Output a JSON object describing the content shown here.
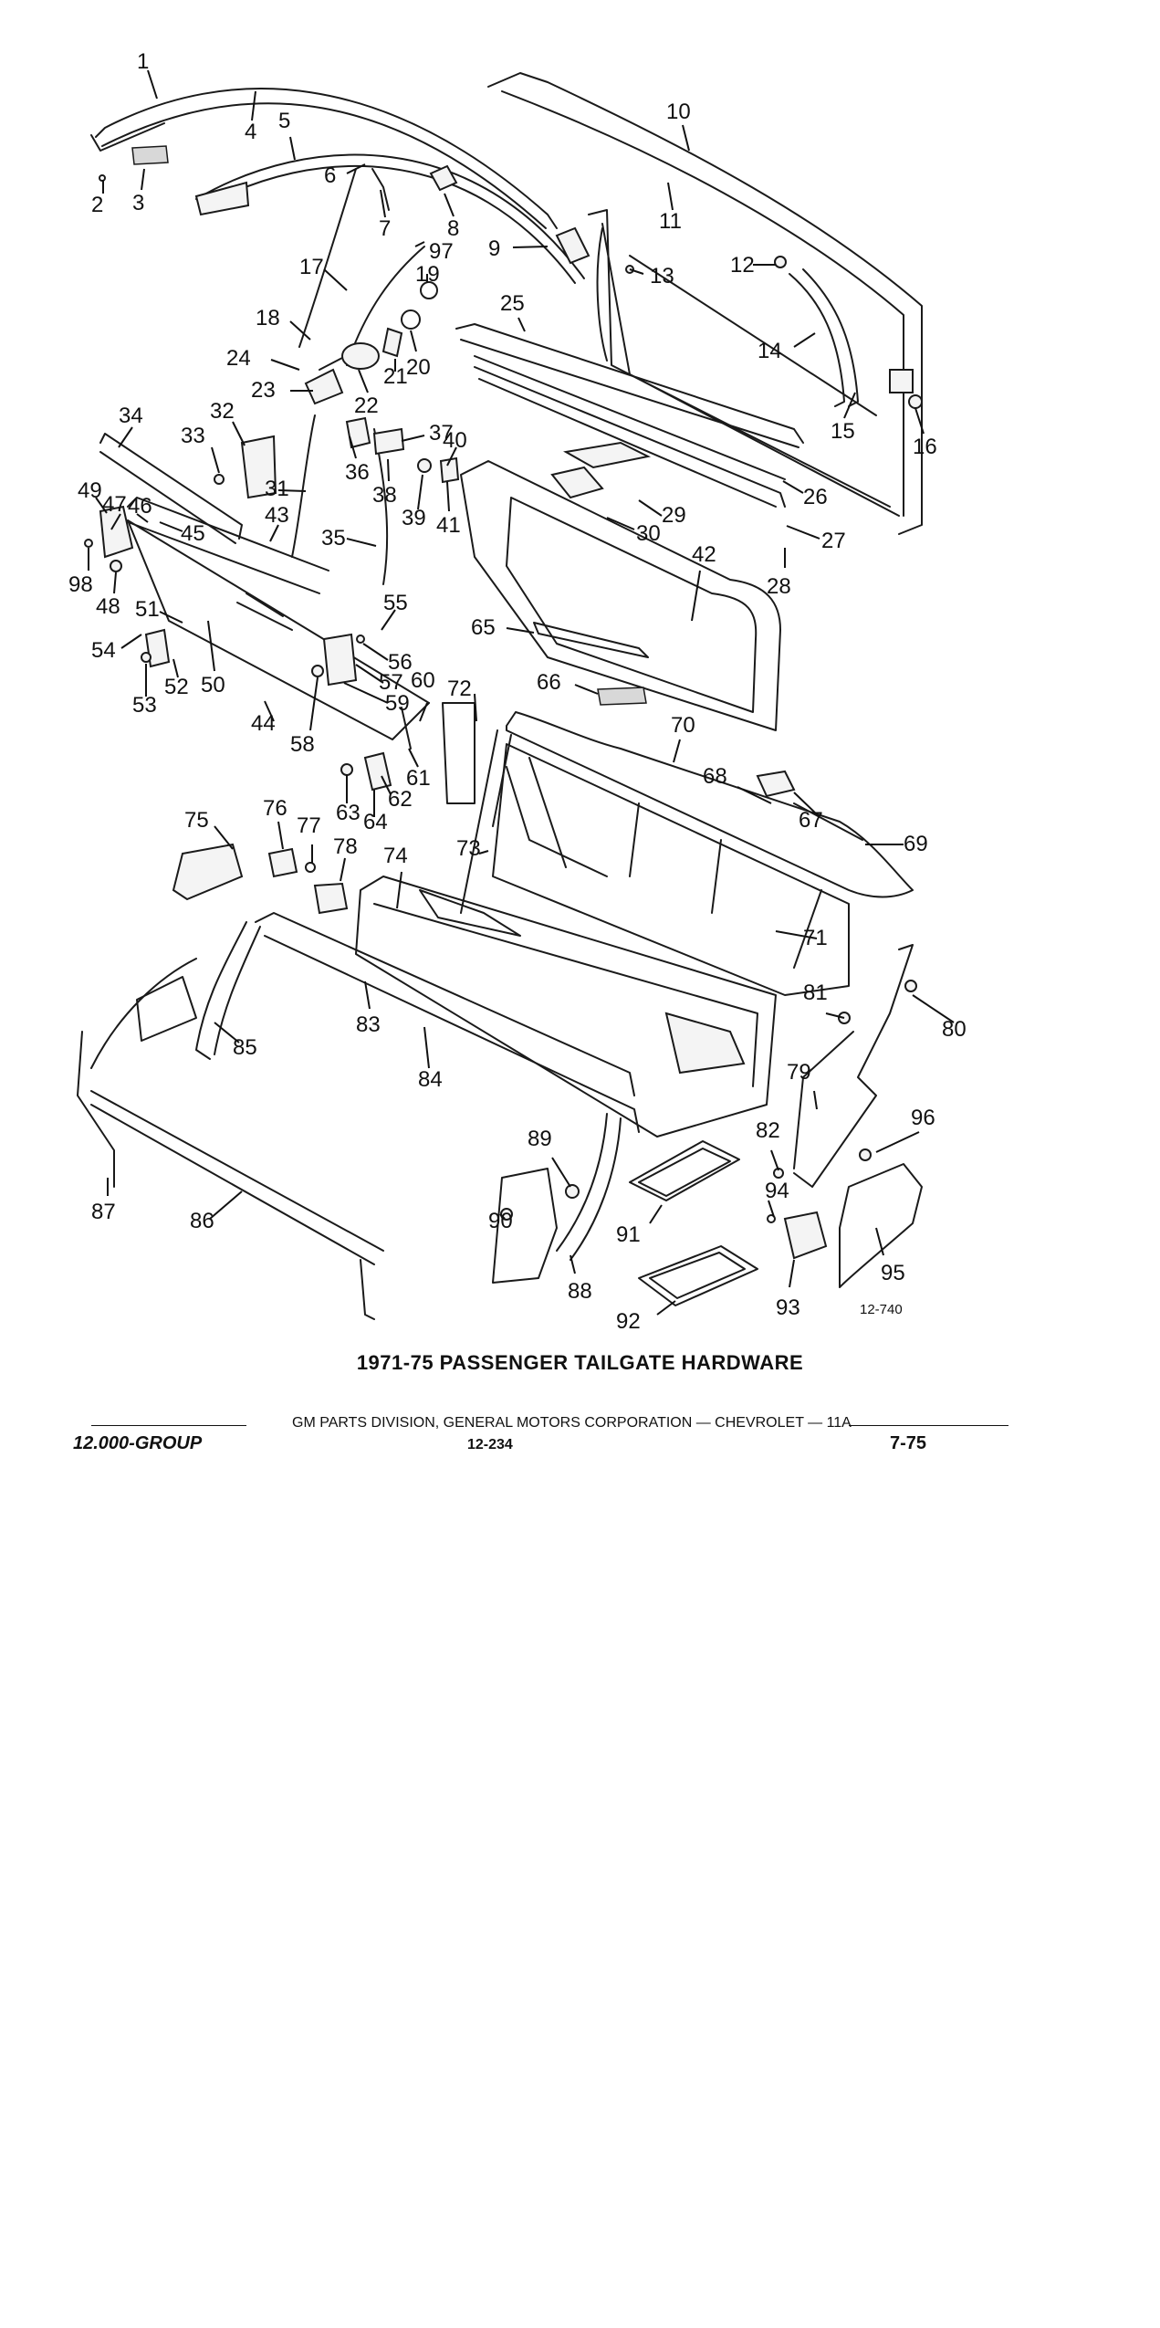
{
  "caption": "1971-75 PASSENGER TAILGATE HARDWARE",
  "figure_code": "12-740",
  "footer": {
    "division": "GM PARTS DIVISION, GENERAL MOTORS CORPORATION — CHEVROLET — 11A",
    "group": "12.000-GROUP",
    "page": "12-234",
    "date": "7-75"
  },
  "callouts": [
    "1",
    "2",
    "3",
    "4",
    "5",
    "6",
    "7",
    "8",
    "9",
    "10",
    "11",
    "12",
    "13",
    "14",
    "15",
    "16",
    "17",
    "18",
    "19",
    "20",
    "21",
    "22",
    "23",
    "24",
    "25",
    "26",
    "27",
    "28",
    "29",
    "30",
    "31",
    "32",
    "33",
    "34",
    "35",
    "36",
    "37",
    "38",
    "39",
    "40",
    "41",
    "42",
    "43",
    "44",
    "45",
    "46",
    "47",
    "48",
    "49",
    "50",
    "51",
    "52",
    "53",
    "54",
    "55",
    "56",
    "57",
    "58",
    "59",
    "60",
    "61",
    "62",
    "63",
    "64",
    "65",
    "66",
    "67",
    "68",
    "69",
    "70",
    "71",
    "72",
    "73",
    "74",
    "75",
    "76",
    "77",
    "78",
    "79",
    "80",
    "81",
    "82",
    "83",
    "84",
    "85",
    "86",
    "87",
    "88",
    "89",
    "90",
    "91",
    "92",
    "93",
    "94",
    "95",
    "96",
    "97",
    "98"
  ]
}
